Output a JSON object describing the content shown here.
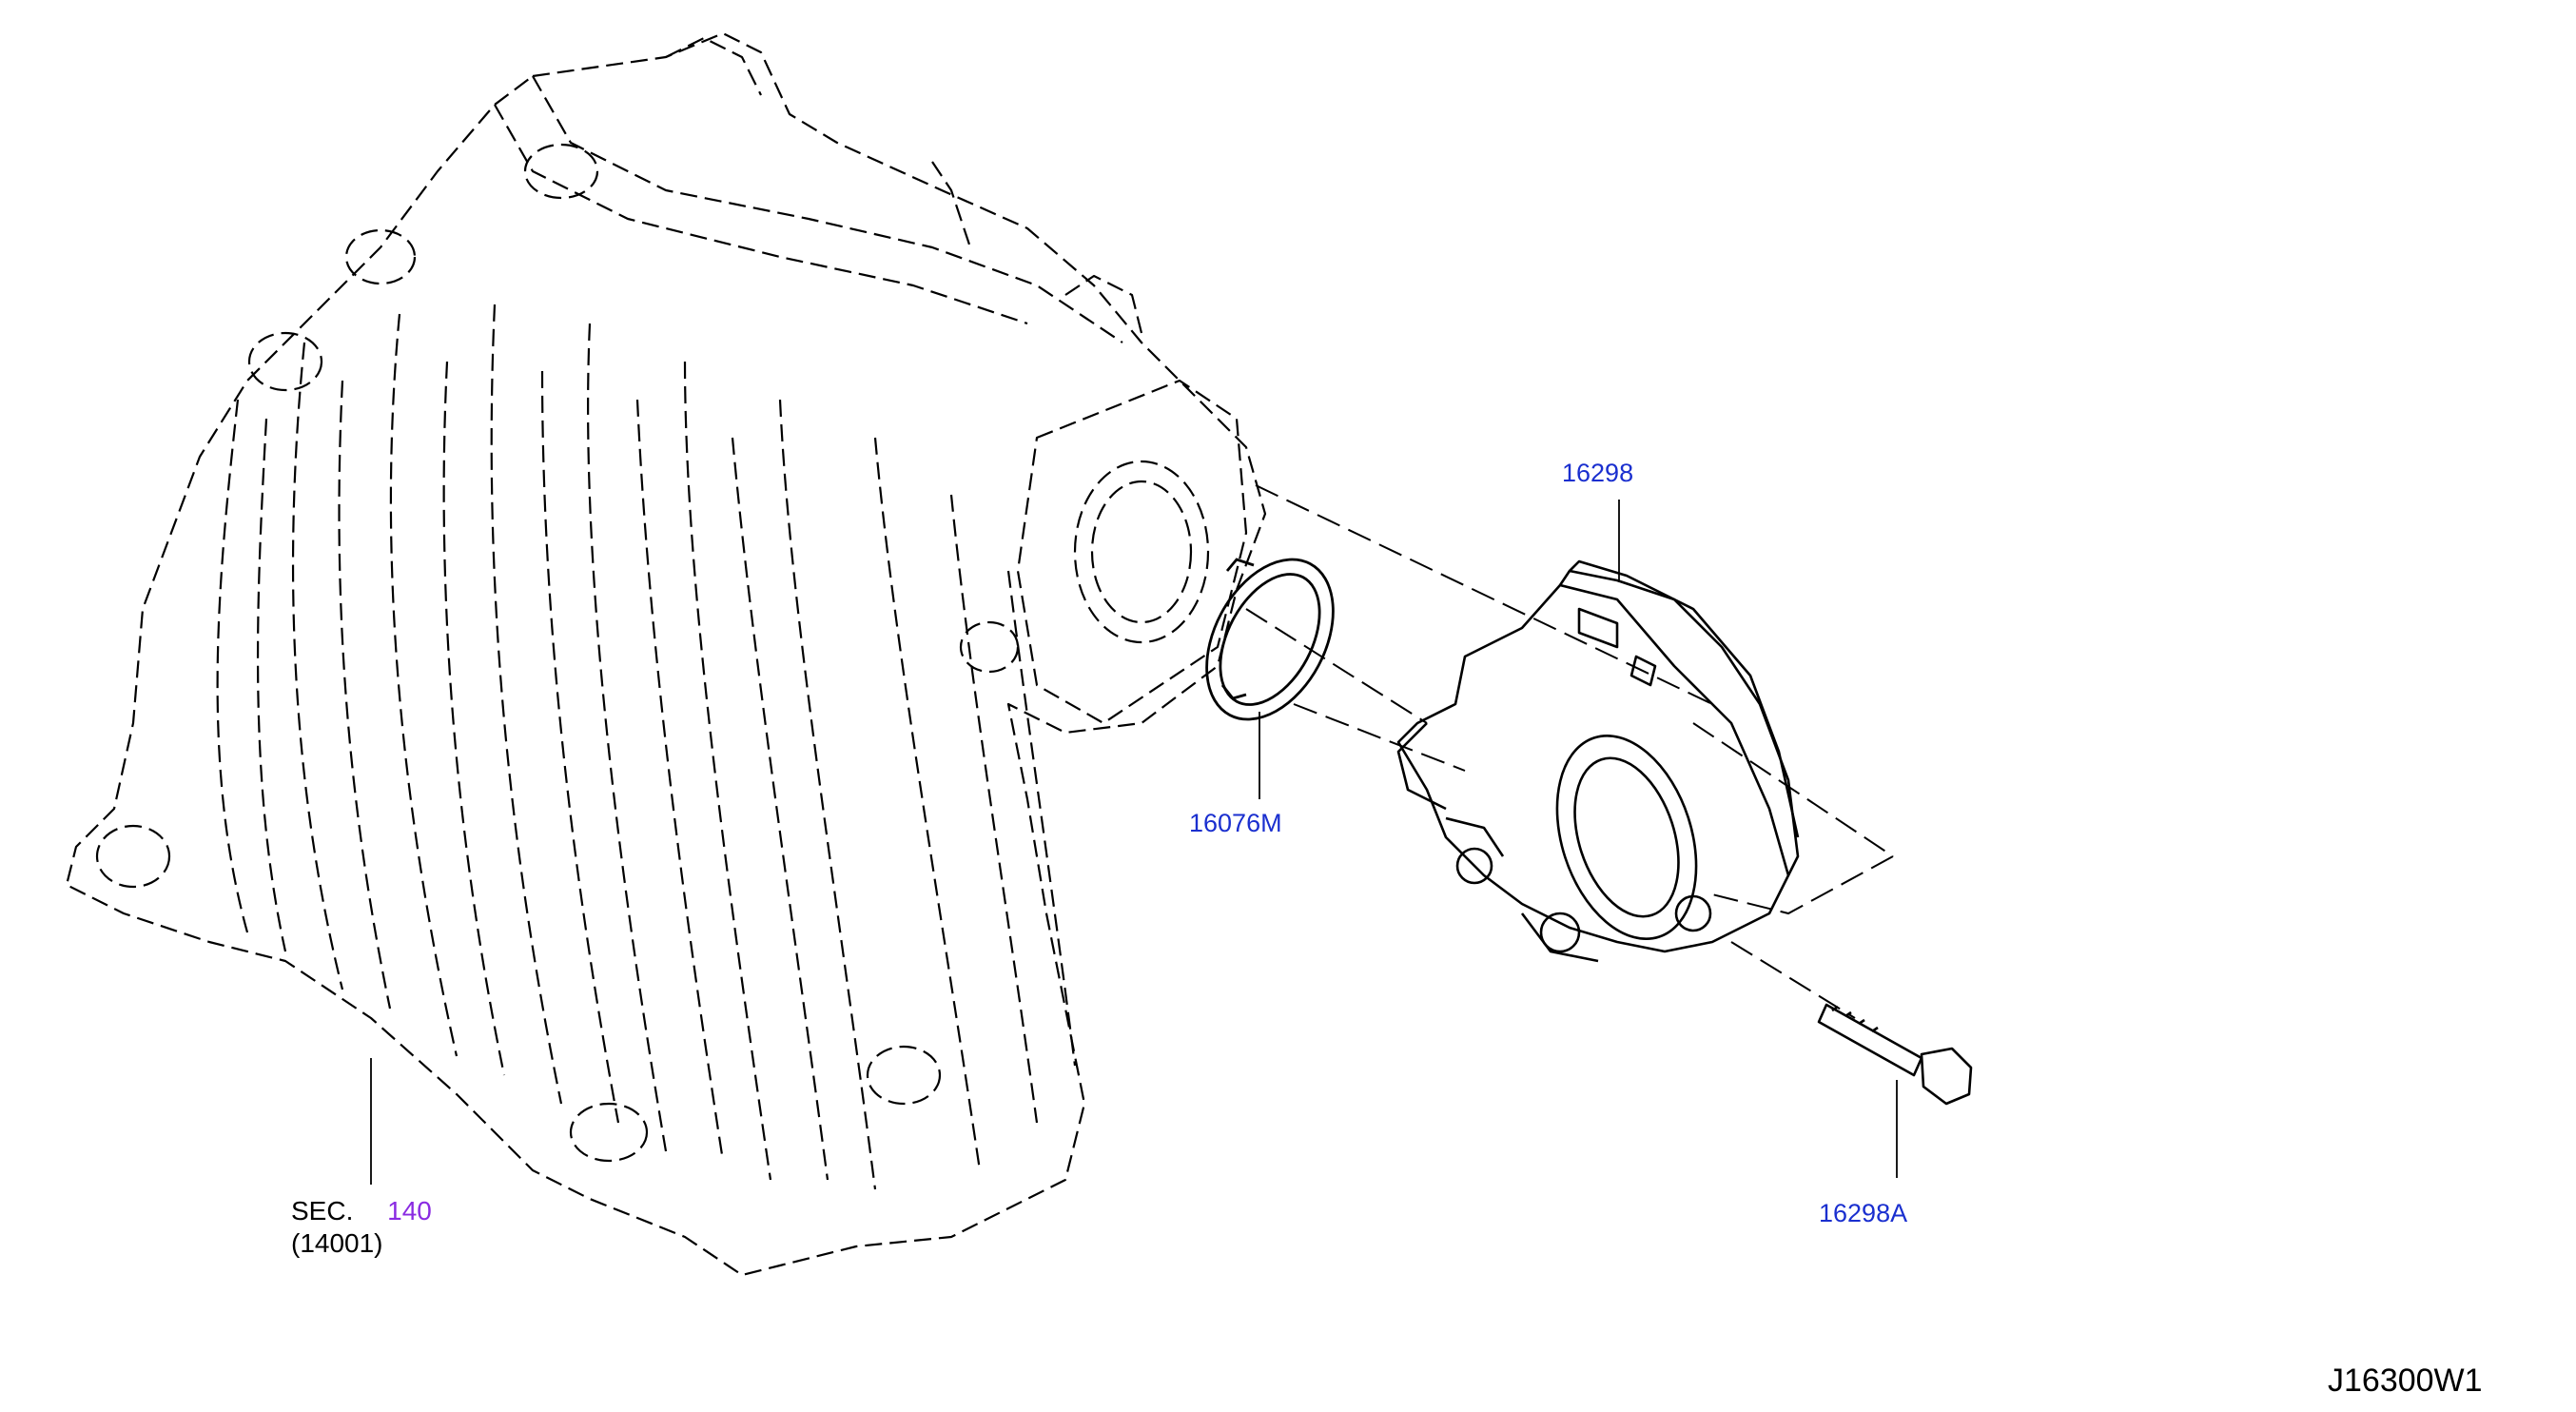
{
  "parts": [
    {
      "id": "p16298",
      "label": "16298"
    },
    {
      "id": "p16076M",
      "label": "16076M"
    },
    {
      "id": "p16298A",
      "label": "16298A"
    }
  ],
  "section_ref": {
    "prefix": "SEC.",
    "number": "140",
    "sub": "(14001)"
  },
  "diagram_code": "J16300W1",
  "colors": {
    "callout": "#1a2fcf",
    "section_link": "#8a2be2",
    "line": "#000000"
  }
}
